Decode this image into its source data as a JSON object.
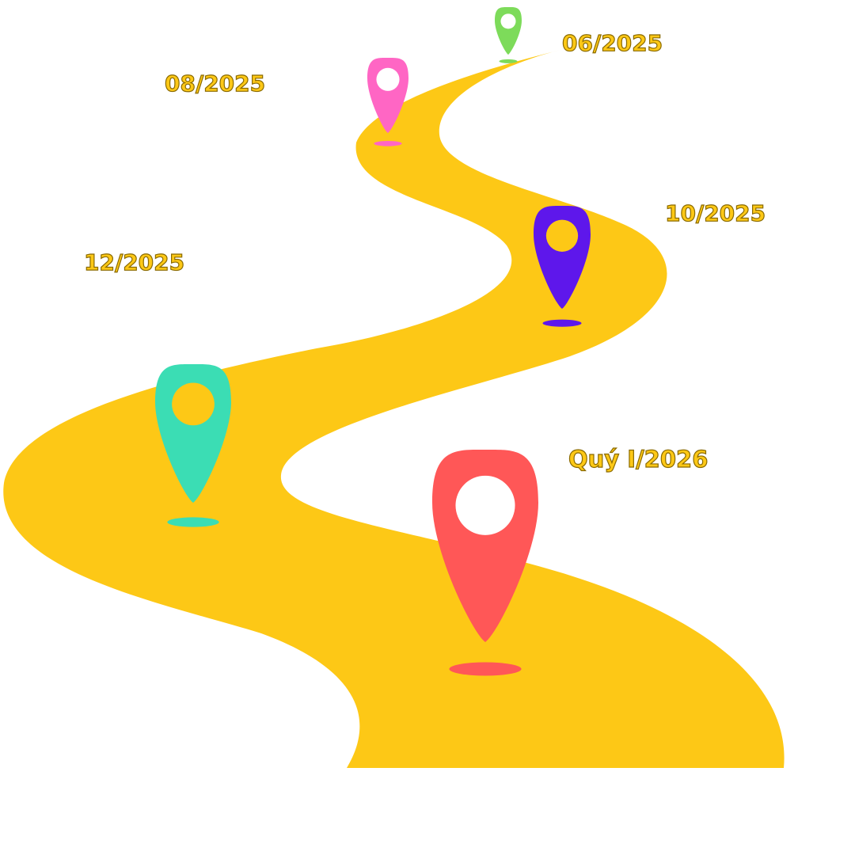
{
  "colors": {
    "road": "#FDC816",
    "background": "#FFFFFF",
    "label_text": "#FDC816",
    "label_outline": "#8A6A00"
  },
  "milestones": [
    {
      "label": "06/2025",
      "pin_color": "#7DDB5A",
      "icon": "map-pin-icon"
    },
    {
      "label": "08/2025",
      "pin_color": "#FF66C4",
      "icon": "map-pin-icon"
    },
    {
      "label": "10/2025",
      "pin_color": "#5E17EB",
      "icon": "map-pin-icon"
    },
    {
      "label": "12/2025",
      "pin_color": "#3BDDB4",
      "icon": "map-pin-icon"
    },
    {
      "label": "Quý I/2026",
      "pin_color": "#FF5757",
      "icon": "map-pin-icon"
    }
  ]
}
